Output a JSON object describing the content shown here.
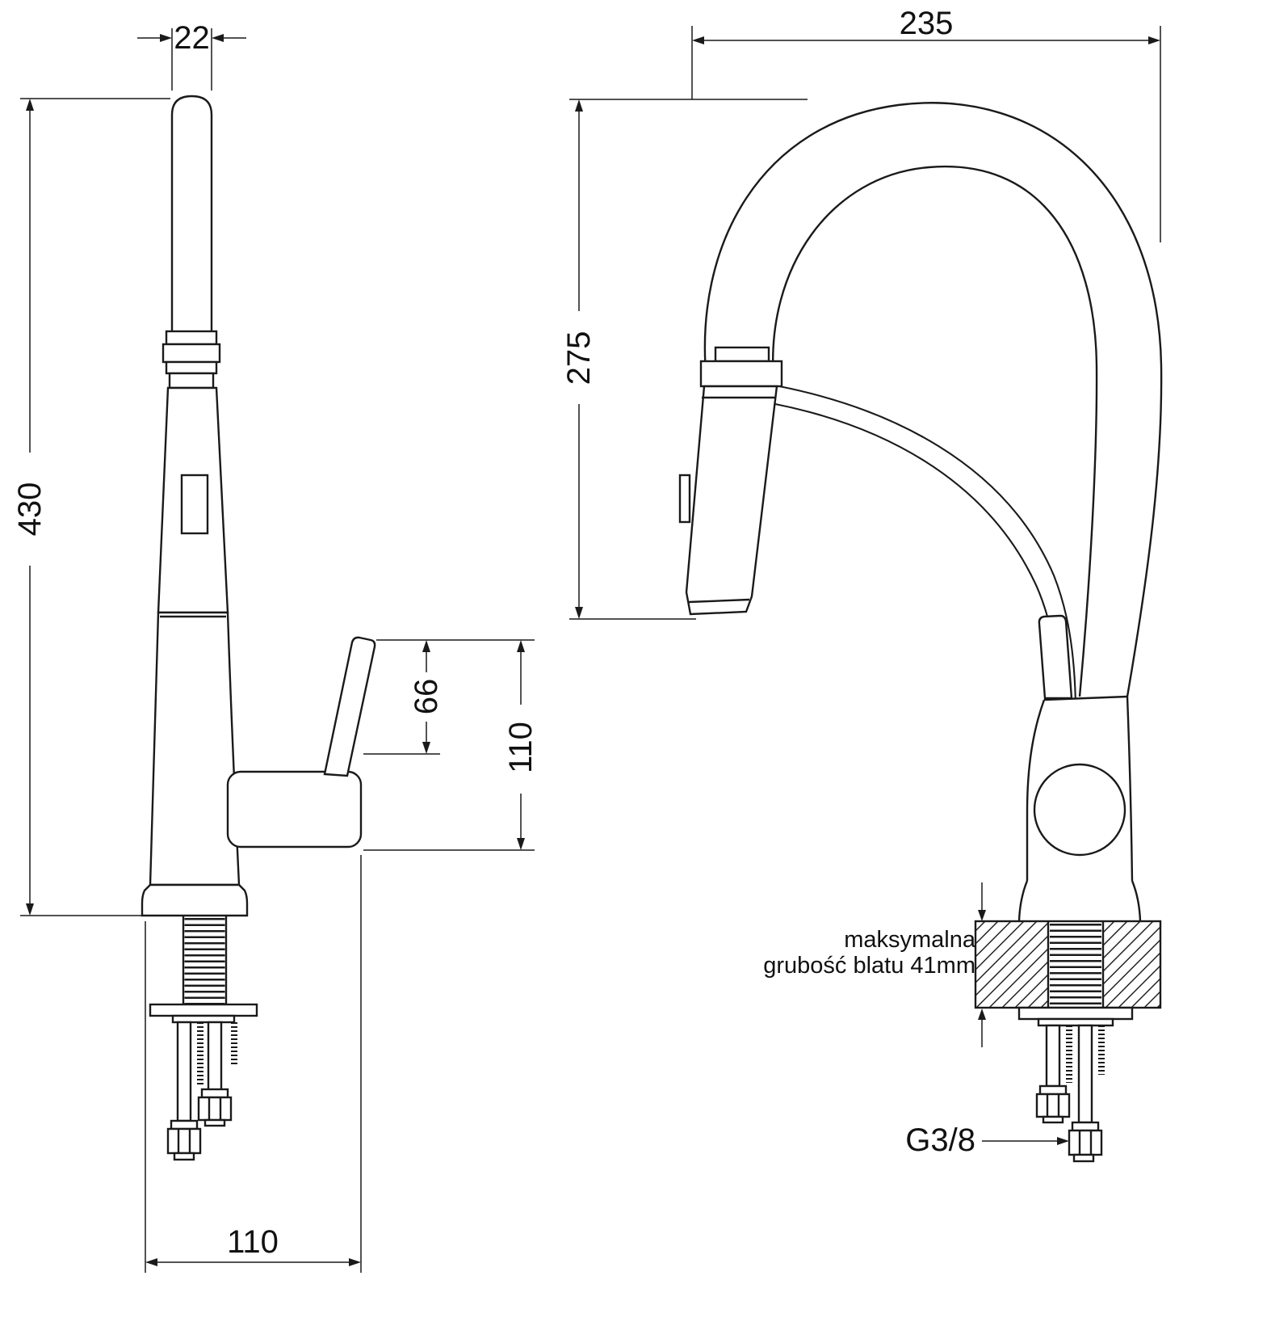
{
  "drawing": {
    "side_view": {
      "dim_spout_diameter": "22",
      "dim_total_height": "430",
      "dim_lever_height": "66",
      "dim_handle_height": "110",
      "dim_base_depth": "110"
    },
    "front_view": {
      "dim_spout_reach": "235",
      "dim_spout_clearance": "275",
      "counter_note_line1": "maksymalna",
      "counter_note_line2": "grubość blatu 41mm",
      "connection_thread": "G3/8"
    },
    "colors": {
      "line": "#1a1a1a",
      "background": "#ffffff"
    }
  }
}
